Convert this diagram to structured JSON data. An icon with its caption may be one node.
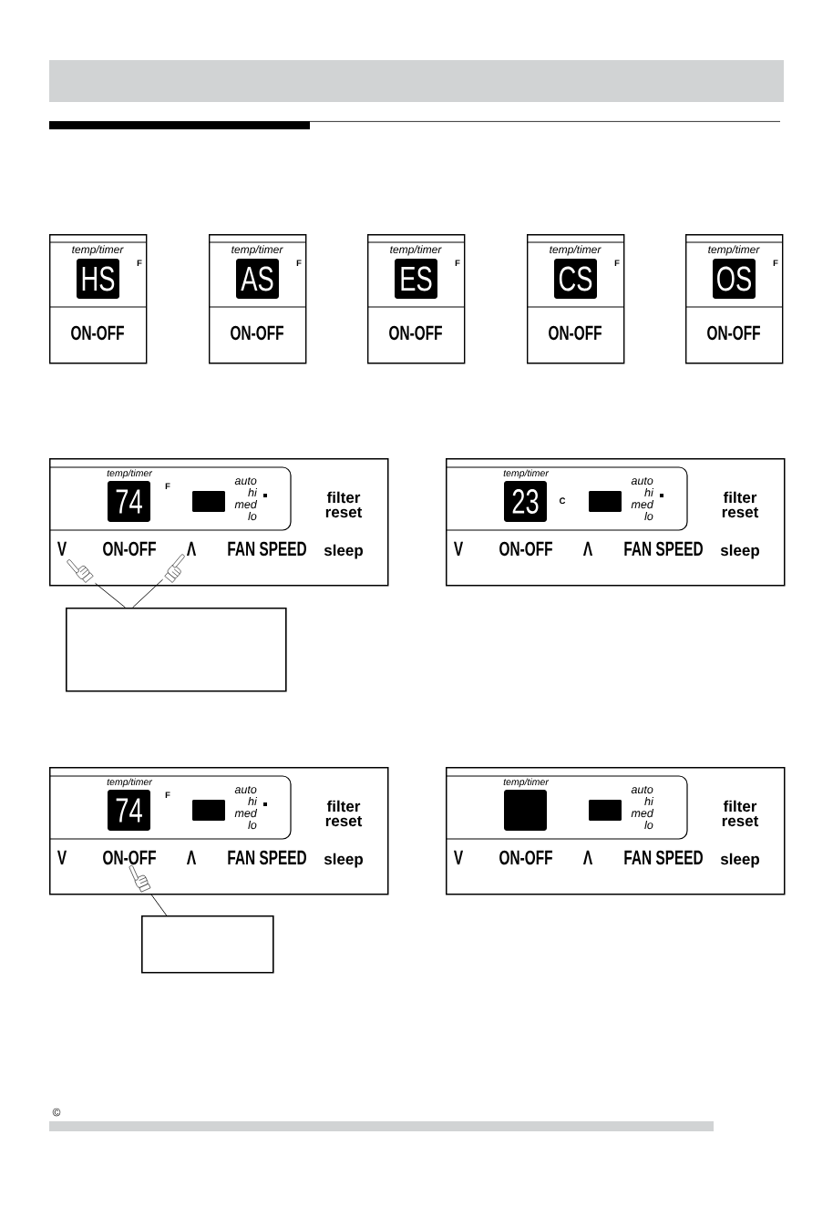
{
  "diagram": {
    "nodes": [
      {
        "text": [
          "temp/timer",
          "F",
          "ON-OFF"
        ]
      },
      {
        "text": [
          "HS"
        ],
        "in": 0
      },
      {
        "text": [
          "temp/timer",
          "F",
          "ON-OFF"
        ]
      },
      {
        "text": [
          "AS"
        ],
        "in": 2
      },
      {
        "text": [
          "temp/timer",
          "F",
          "ON-OFF"
        ]
      },
      {
        "text": [
          "ES"
        ],
        "in": 4
      },
      {
        "text": [
          "temp/timer",
          "F",
          "ON-OFF"
        ]
      },
      {
        "text": [
          "CS"
        ],
        "in": 6
      },
      {
        "text": [
          "temp/timer",
          "F",
          "ON-OFF"
        ]
      },
      {
        "text": [
          "OS"
        ],
        "in": 8
      },
      {
        "text": [
          "filter reset",
          "V",
          "ON-OFF",
          "Λ",
          "FAN SPEED",
          "sleep"
        ]
      },
      {
        "text": [
          "temp/timer",
          "F",
          "auto",
          "hi",
          "med",
          "lo"
        ],
        "in": 10
      },
      {
        "text": [
          "74"
        ],
        "in": 11
      },
      {
        "text": [],
        "shape": "box",
        "in": 11
      },
      {
        "text": [],
        "shape": "picture",
        "in": 10
      },
      {
        "text": [],
        "shape": "picture",
        "in": 10
      },
      {
        "text": [
          "filter reset",
          "V",
          "ON-OFF",
          "Λ",
          "FAN SPEED",
          "sleep"
        ]
      },
      {
        "text": [
          "temp/timer",
          "C",
          "auto",
          "hi",
          "med",
          "lo"
        ],
        "in": 16
      },
      {
        "text": [
          "23"
        ],
        "in": 17
      },
      {
        "text": [],
        "shape": "box",
        "in": 17
      },
      {
        "text": [],
        "shape": "box"
      },
      {
        "text": [
          "filter reset",
          "V",
          "ON-OFF",
          "Λ",
          "FAN SPEED",
          "sleep"
        ]
      },
      {
        "text": [
          "temp/timer",
          "F",
          "auto",
          "hi",
          "med",
          "lo"
        ],
        "in": 21
      },
      {
        "text": [
          "74"
        ],
        "in": 22
      },
      {
        "text": [],
        "shape": "box",
        "in": 22
      },
      {
        "text": [],
        "shape": "picture",
        "in": 21
      },
      {
        "text": [
          "filter reset",
          "V",
          "ON-OFF",
          "Λ",
          "FAN SPEED",
          "sleep"
        ]
      },
      {
        "text": [
          "temp/timer",
          "auto",
          "hi",
          "med",
          "lo"
        ],
        "in": 26
      },
      {
        "text": [],
        "shape": "box",
        "in": 27
      },
      {
        "text": [],
        "shape": "box",
        "in": 27
      },
      {
        "text": [],
        "shape": "box"
      }
    ],
    "edges": [
      {
        "from": 20,
        "to": 14,
        "arrow": "none"
      },
      {
        "from": 20,
        "to": 15,
        "arrow": "none"
      },
      {
        "from": 30,
        "to": 25,
        "arrow": "none"
      }
    ],
    "labels": [
      "©"
    ]
  }
}
